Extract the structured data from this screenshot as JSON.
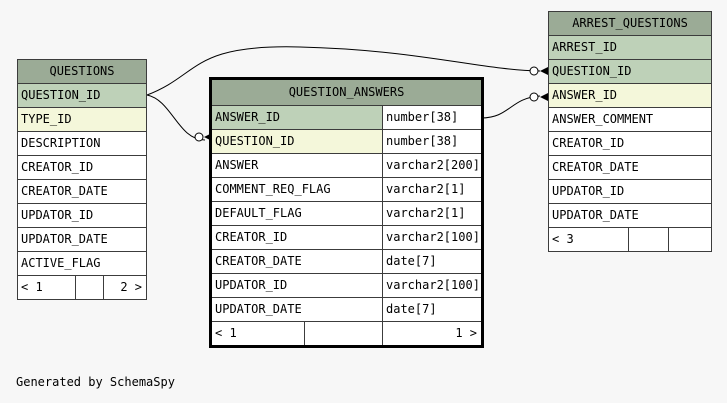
{
  "tables": {
    "questions": {
      "name": "QUESTIONS",
      "columns": [
        "QUESTION_ID",
        "TYPE_ID",
        "DESCRIPTION",
        "CREATOR_ID",
        "CREATOR_DATE",
        "UPDATOR_ID",
        "UPDATOR_DATE",
        "ACTIVE_FLAG"
      ],
      "footer": {
        "parents": "< 1",
        "children": "2 >"
      }
    },
    "question_answers": {
      "name": "QUESTION_ANSWERS",
      "columns": [
        {
          "name": "ANSWER_ID",
          "type": "number[38]"
        },
        {
          "name": "QUESTION_ID",
          "type": "number[38]"
        },
        {
          "name": "ANSWER",
          "type": "varchar2[200]"
        },
        {
          "name": "COMMENT_REQ_FLAG",
          "type": "varchar2[1]"
        },
        {
          "name": "DEFAULT_FLAG",
          "type": "varchar2[1]"
        },
        {
          "name": "CREATOR_ID",
          "type": "varchar2[100]"
        },
        {
          "name": "CREATOR_DATE",
          "type": "date[7]"
        },
        {
          "name": "UPDATOR_ID",
          "type": "varchar2[100]"
        },
        {
          "name": "UPDATOR_DATE",
          "type": "date[7]"
        }
      ],
      "footer": {
        "parents": "< 1",
        "children": "1 >"
      }
    },
    "arrest_questions": {
      "name": "ARREST_QUESTIONS",
      "columns": [
        "ARREST_ID",
        "QUESTION_ID",
        "ANSWER_ID",
        "ANSWER_COMMENT",
        "CREATOR_ID",
        "CREATOR_DATE",
        "UPDATOR_ID",
        "UPDATOR_DATE"
      ],
      "footer": {
        "parents": "< 3"
      }
    }
  },
  "generated_by": "Generated by SchemaSpy"
}
